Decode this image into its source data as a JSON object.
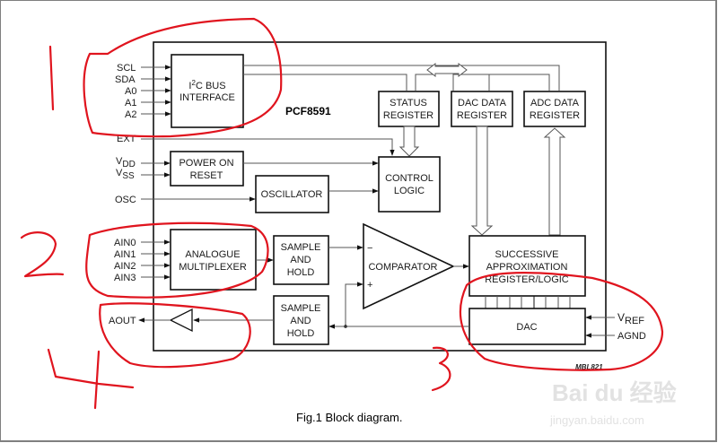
{
  "chip": {
    "name": "PCF8591",
    "figure_code": "MBL821",
    "caption": "Fig.1  Block diagram."
  },
  "pins": {
    "i2c": [
      "SCL",
      "SDA",
      "A0",
      "A1",
      "A2"
    ],
    "ext": "EXT",
    "vdd_main": "V",
    "vdd_sub": "DD",
    "vss_main": "V",
    "vss_sub": "SS",
    "osc": "OSC",
    "analog_inputs": [
      "AIN0",
      "AIN1",
      "AIN2",
      "AIN3"
    ],
    "aout": "AOUT",
    "vref_main": "V",
    "vref_sub": "REF",
    "agnd": "AGND"
  },
  "blocks": {
    "i2c_line1_a": "I",
    "i2c_line1_sup": "2",
    "i2c_line1_b": "C BUS",
    "i2c_line2": "INTERFACE",
    "status_l1": "STATUS",
    "status_l2": "REGISTER",
    "dacdata_l1": "DAC DATA",
    "dacdata_l2": "REGISTER",
    "adcdata_l1": "ADC DATA",
    "adcdata_l2": "REGISTER",
    "por_l1": "POWER ON",
    "por_l2": "RESET",
    "oscillator": "OSCILLATOR",
    "control_l1": "CONTROL",
    "control_l2": "LOGIC",
    "mux_l1": "ANALOGUE",
    "mux_l2": "MULTIPLEXER",
    "sh1_l1": "SAMPLE",
    "sh1_l2": "AND",
    "sh1_l3": "HOLD",
    "sh2_l1": "SAMPLE",
    "sh2_l2": "AND",
    "sh2_l3": "HOLD",
    "comparator": "COMPARATOR",
    "comp_minus": "−",
    "comp_plus": "+",
    "sar_l1": "SUCCESSIVE",
    "sar_l2": "APPROXIMATION",
    "sar_l3": "REGISTER/LOGIC",
    "dac": "DAC"
  },
  "annotations": {
    "color": "#e0141e",
    "numbers": [
      "1",
      "2",
      "3",
      "4"
    ]
  },
  "watermark": {
    "line1": "Bai du 经验",
    "line2": "jingyan.baidu.com"
  }
}
